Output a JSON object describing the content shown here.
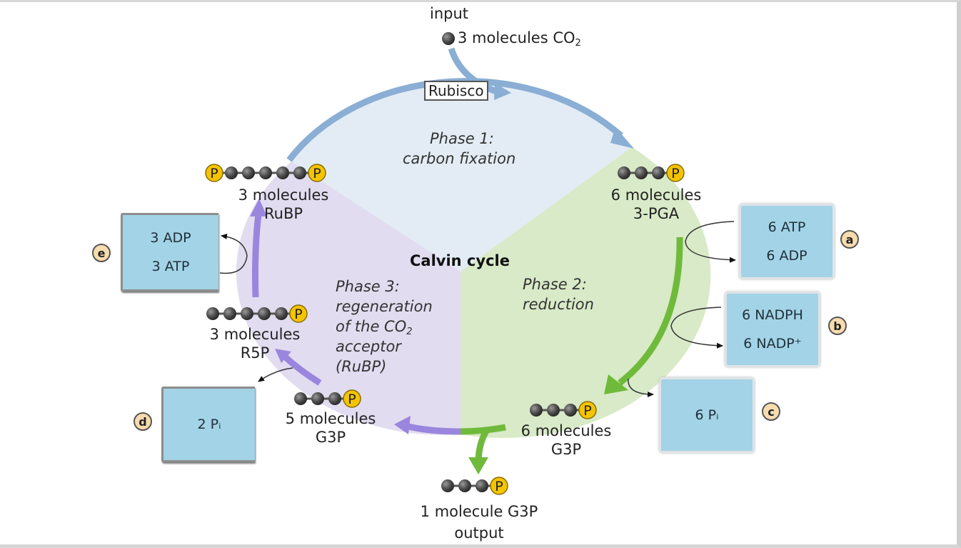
{
  "title": "Calvin cycle",
  "colors": {
    "phase1_fill": "#e3ecf4",
    "phase2_fill": "#d8eac7",
    "phase3_fill": "#e2dcf0",
    "phase1_arrow": "#8aaed4",
    "phase2_arrow": "#6fba3b",
    "phase3_arrow": "#9a86de",
    "box_fill": "#a3d3e6",
    "badge_fill": "#f7dcb0",
    "phosphate": "#f5c400",
    "carbon": "#4d4d4d"
  },
  "input": {
    "label": "input",
    "molecule_text": "3 molecules CO",
    "subscript": "2",
    "carbons": 1
  },
  "enzyme": "Rubisco",
  "phases": {
    "phase1": {
      "line1": "Phase 1:",
      "line2": "carbon fixation"
    },
    "phase2": {
      "line1": "Phase 2:",
      "line2": "reduction"
    },
    "phase3": {
      "line1": "Phase 3:",
      "line2": "regeneration",
      "line3": "of the CO",
      "line3_sub": "2",
      "line4": "acceptor",
      "line5": "(RuBP)"
    }
  },
  "molecules": {
    "rubp": {
      "line1": "3 molecules",
      "line2": "RuBP",
      "carbons": 5,
      "phosphates": 2
    },
    "pga": {
      "line1": "6 molecules",
      "line2": "3-PGA",
      "carbons": 3,
      "phosphates": 1
    },
    "g3p6": {
      "line1": "6 molecules",
      "line2": "G3P",
      "carbons": 3,
      "phosphates": 1
    },
    "g3p5": {
      "line1": "5 molecules",
      "line2": "G3P",
      "carbons": 3,
      "phosphates": 1
    },
    "r5p": {
      "line1": "3 molecules",
      "line2": "R5P",
      "carbons": 5,
      "phosphates": 1
    },
    "output": {
      "line1": "1 molecule G3P",
      "line2": "output",
      "carbons": 3,
      "phosphates": 1
    }
  },
  "boxes": {
    "a": {
      "badge": "a",
      "line1": "6 ATP",
      "line2": "6 ADP"
    },
    "b": {
      "badge": "b",
      "line1": "6 NADPH",
      "line2": "6 NADP⁺"
    },
    "c": {
      "badge": "c",
      "line1": "6 Pᵢ"
    },
    "d": {
      "badge": "d",
      "line1": "2 Pᵢ"
    },
    "e": {
      "badge": "e",
      "line1": "3 ADP",
      "line2": "3 ATP"
    }
  },
  "phosphate_label": "P"
}
